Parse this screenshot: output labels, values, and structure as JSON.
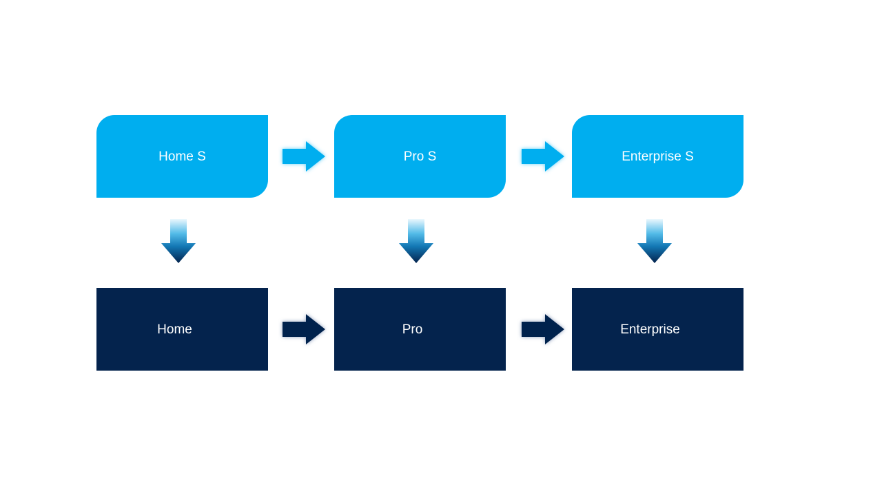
{
  "slide": {
    "columns": [
      {
        "top": {
          "label": "Home S"
        },
        "bottom": {
          "label": "Home"
        }
      },
      {
        "top": {
          "label": "Pro S"
        },
        "bottom": {
          "label": "Pro"
        }
      },
      {
        "top": {
          "label": "Enterprise S"
        },
        "bottom": {
          "label": "Enterprise"
        }
      }
    ],
    "colors": {
      "background": "#FFFFFF",
      "top_box_fill": "#00AEEF",
      "bottom_box_fill": "#04234D",
      "label_text": "#FFFFFF",
      "top_arrow_fill": "#00AEEF",
      "top_arrow_glow": "#55CCF5",
      "bottom_arrow_fill": "#04234D",
      "bottom_arrow_glow": "#6F85AC",
      "down_arrow_gradient_top": "#EAF7FE",
      "down_arrow_gradient_mid": "#1377B4",
      "down_arrow_gradient_bottom": "#04234D"
    },
    "icons": [
      {
        "name": "right-arrow-icon",
        "glyph": "→"
      },
      {
        "name": "down-arrow-icon",
        "glyph": "↓"
      }
    ]
  }
}
